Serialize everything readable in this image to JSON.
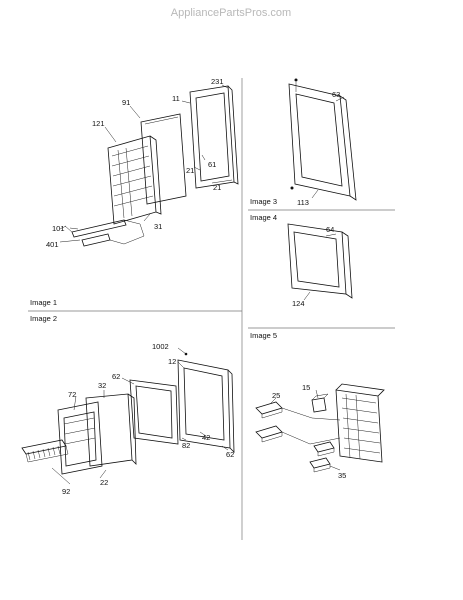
{
  "watermark": "AppliancePartsPros.com",
  "sections": {
    "image1": "Image 1",
    "image2": "Image 2",
    "image3": "Image 3",
    "image4": "Image 4",
    "image5": "Image 5"
  },
  "callouts": {
    "c231": "231",
    "c11": "11",
    "c91": "91",
    "c121": "121",
    "c61": "61",
    "c21a": "21",
    "c21b": "21",
    "c101": "101",
    "c31": "31",
    "c401": "401",
    "c63": "63",
    "c113": "113",
    "c64": "64",
    "c124": "124",
    "c1002": "1002",
    "c12": "12",
    "c62a": "62",
    "c72": "72",
    "c32": "32",
    "c82": "82",
    "c42": "42",
    "c62b": "62",
    "c92": "92",
    "c22": "22",
    "c15": "15",
    "c25": "25",
    "c35": "35"
  }
}
